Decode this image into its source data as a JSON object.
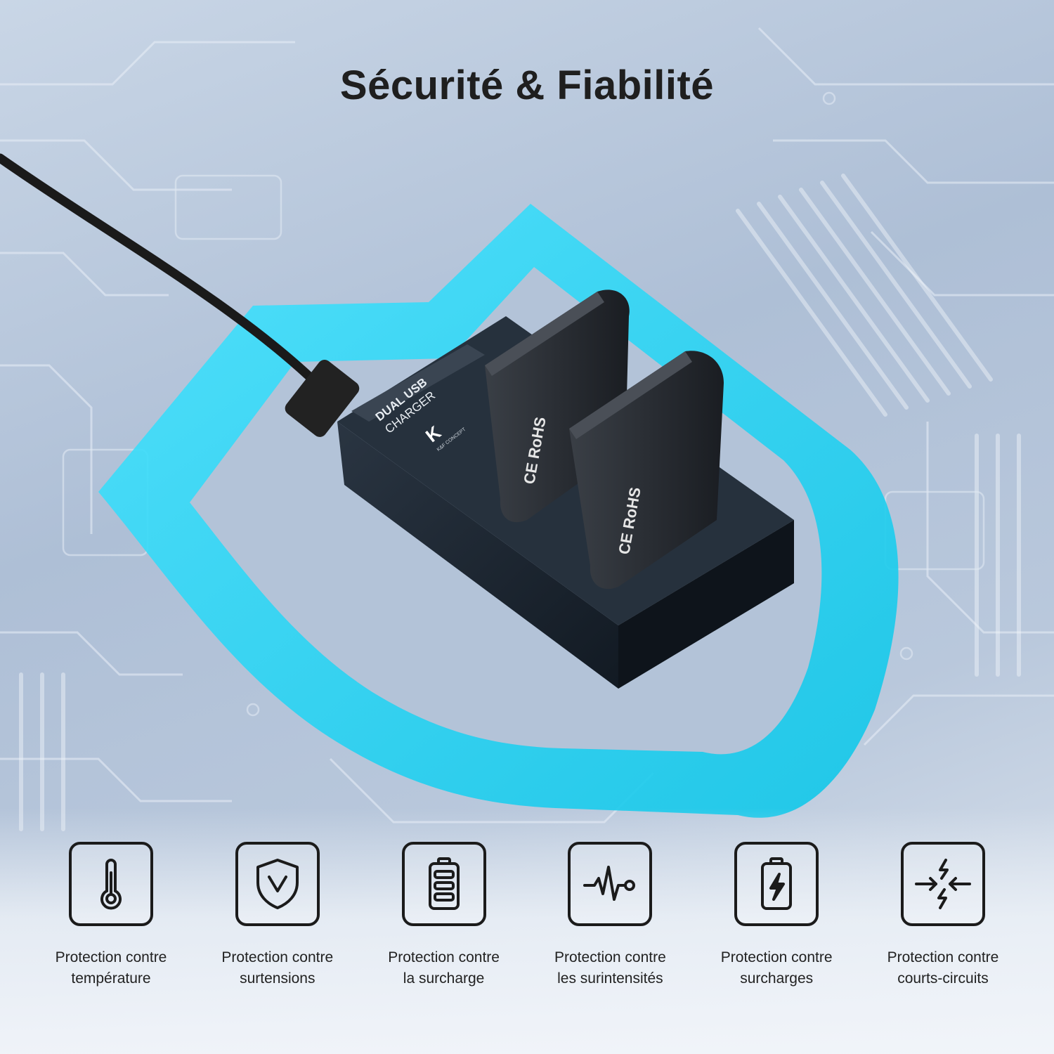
{
  "title": "Sécurité & Fiabilité",
  "product": {
    "charger_label_line1": "DUAL USB",
    "charger_label_line2": "CHARGER",
    "brand_mark": "K&F CONCEPT",
    "battery_marks": "CE RoHS",
    "shield_color": "#19d4f2",
    "charger_color": "#1c2733"
  },
  "features": [
    {
      "icon": "thermometer-icon",
      "line1": "Protection contre",
      "line2": "température"
    },
    {
      "icon": "shield-check-icon",
      "line1": "Protection contre",
      "line2": "surtensions"
    },
    {
      "icon": "battery-full-icon",
      "line1": "Protection contre",
      "line2": "la surcharge"
    },
    {
      "icon": "pulse-icon",
      "line1": "Protection contre",
      "line2": "les surintensités"
    },
    {
      "icon": "battery-bolt-icon",
      "line1": "Protection contre",
      "line2": "surcharges"
    },
    {
      "icon": "short-circuit-icon",
      "line1": "Protection contre",
      "line2": "courts-circuits"
    }
  ]
}
